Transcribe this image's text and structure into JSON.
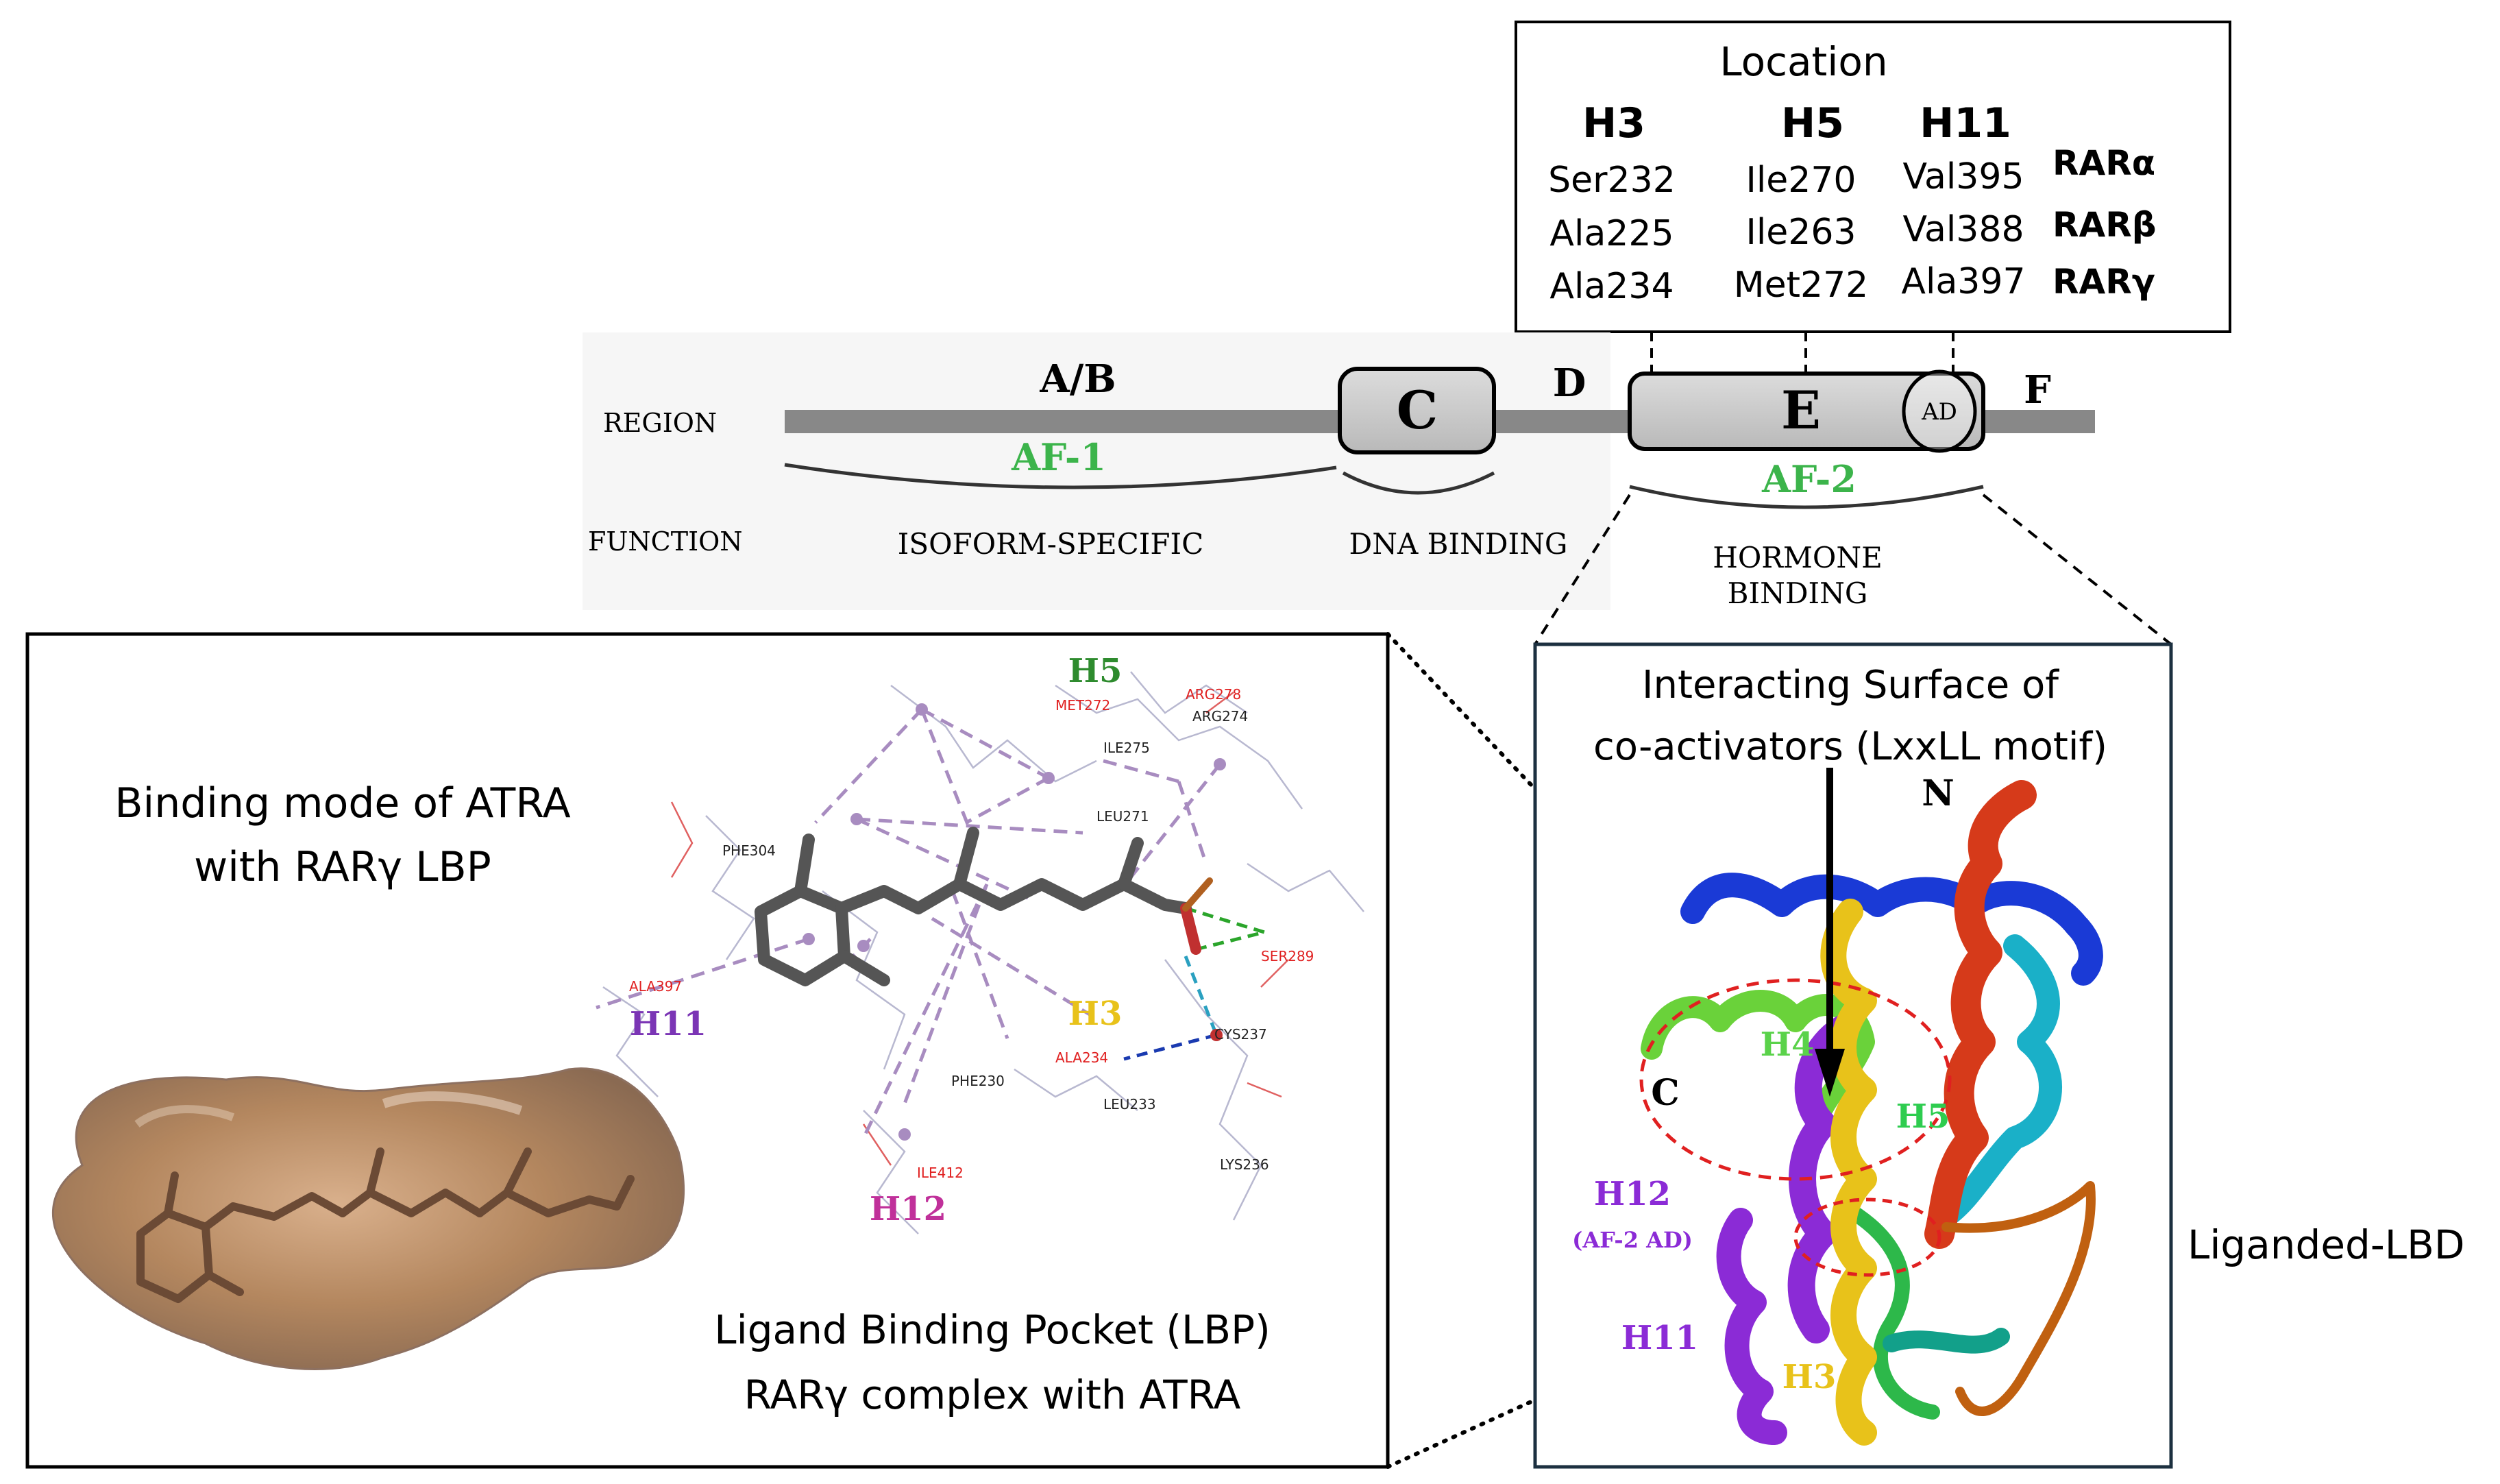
{
  "location_table": {
    "title": "Location",
    "headers": [
      "H3",
      "H5",
      "H11"
    ],
    "rows": [
      {
        "h3": "Ser232",
        "h5": "Ile270",
        "h11": "Val395",
        "receptor": "RARα"
      },
      {
        "h3": "Ala225",
        "h5": "Ile263",
        "h11": "Val388",
        "receptor": "RARβ"
      },
      {
        "h3": "Ala234",
        "h5": "Met272",
        "h11": "Ala397",
        "receptor": "RARγ"
      }
    ]
  },
  "domain_map": {
    "region_label": "REGION",
    "function_label": "FUNCTION",
    "regions": {
      "ab": "A/B",
      "c": "C",
      "d": "D",
      "e": "E",
      "ad": "AD",
      "f": "F"
    },
    "af1": "AF-1",
    "af2": "AF-2",
    "functions": {
      "isoform": "ISOFORM-SPECIFIC",
      "dna": "DNA BINDING",
      "hormone_line1": "HORMONE",
      "hormone_line2": "BINDING"
    },
    "colors": {
      "bar": "#888888",
      "af_text": "#3cb44b",
      "box_fill": "#c8c8c8"
    }
  },
  "lbp_panel": {
    "binding_title_line1": "Binding mode of ATRA",
    "binding_title_line2": "with RARγ LBP",
    "lbp_caption_line1": "Ligand Binding Pocket (LBP)",
    "lbp_caption_line2": "RARγ complex with ATRA",
    "helix_labels": {
      "h5": "H5",
      "h3": "H3",
      "h11": "H11",
      "h12": "H12"
    },
    "residues": {
      "met272": "MET272",
      "arg278": "ARG278",
      "arg274": "ARG274",
      "ile275": "ILE275",
      "leu271": "LEU271",
      "phe304": "PHE304",
      "ser289": "SER289",
      "ala397": "ALA397",
      "cys237": "CYS237",
      "ala234": "ALA234",
      "phe230": "PHE230",
      "leu233": "LEU233",
      "lys236": "LYS236",
      "ile412": "ILE412"
    },
    "colors": {
      "h5": "#2e8b2e",
      "h3": "#e8c21a",
      "h11": "#7b35b5",
      "h12": "#c0309a",
      "residue_red": "#e02020",
      "surface": "#a57e5e"
    }
  },
  "lbd_panel": {
    "title_line1": "Interacting Surface of",
    "title_line2": "co-activators (LxxLL motif)",
    "n_label": "N",
    "c_label": "C",
    "helix_labels": {
      "h4": "H4",
      "h5": "H5",
      "h12": "H12",
      "h12_sub": "(AF-2 AD)",
      "h11": "H11",
      "h3": "H3"
    },
    "side_label": "Liganded-LBD",
    "colors": {
      "h4": "#5ad24a",
      "h5": "#2ecc4f",
      "h12": "#8b2bd6",
      "h11": "#8b2bd6",
      "h3": "#e8c21a",
      "n_helix": "#d63a1a",
      "top_helix": "#1a3ad6"
    }
  }
}
